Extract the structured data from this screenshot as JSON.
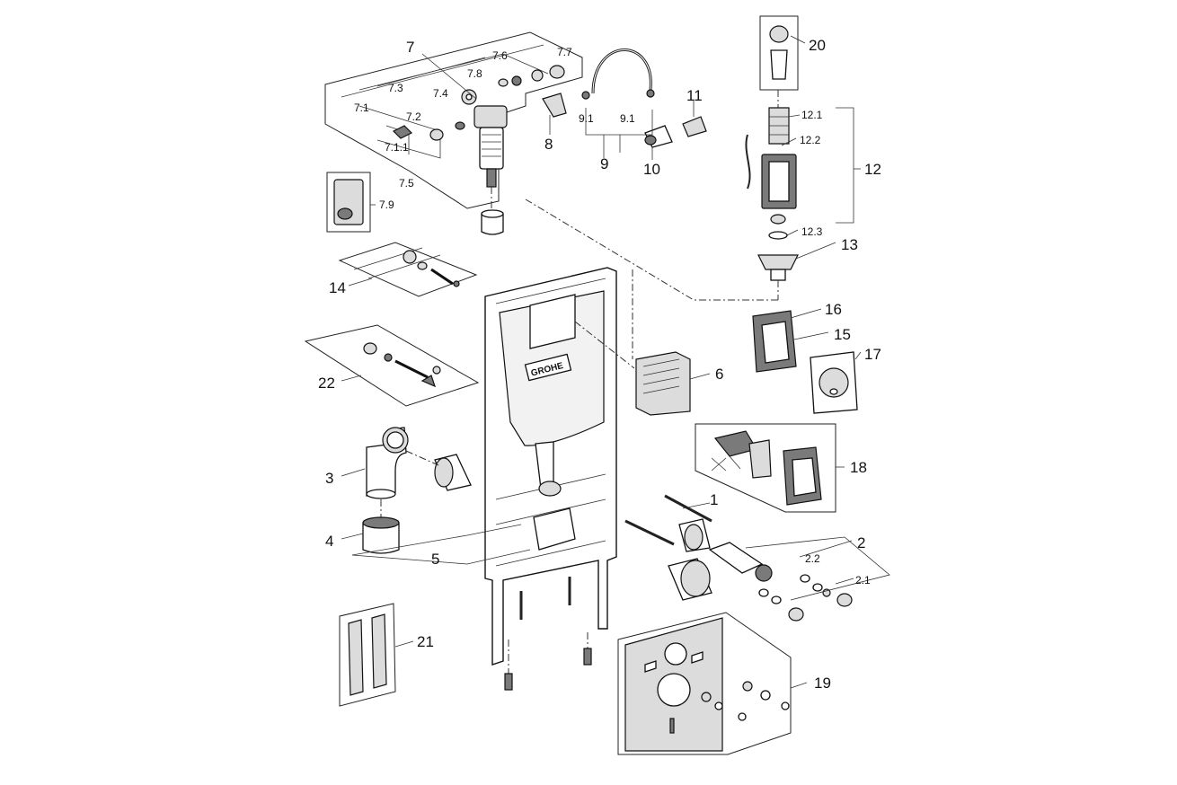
{
  "brand": "GROHE",
  "callouts": {
    "c1": "1",
    "c2": "2",
    "c2_1": "2.1",
    "c2_2": "2.2",
    "c3": "3",
    "c4": "4",
    "c5": "5",
    "c6": "6",
    "c7": "7",
    "c7_1": "7.1",
    "c7_1_1": "7.1.1",
    "c7_2": "7.2",
    "c7_3": "7.3",
    "c7_4": "7.4",
    "c7_5": "7.5",
    "c7_6": "7.6",
    "c7_7": "7.7",
    "c7_8": "7.8",
    "c7_9": "7.9",
    "c8": "8",
    "c9": "9",
    "c9_1a": "9.1",
    "c9_1b": "9.1",
    "c10": "10",
    "c11": "11",
    "c12": "12",
    "c12_1": "12.1",
    "c12_2": "12.2",
    "c12_3": "12.3",
    "c13": "13",
    "c14": "14",
    "c15": "15",
    "c16": "16",
    "c17": "17",
    "c18": "18",
    "c19": "19",
    "c20": "20",
    "c21": "21",
    "c22": "22"
  }
}
